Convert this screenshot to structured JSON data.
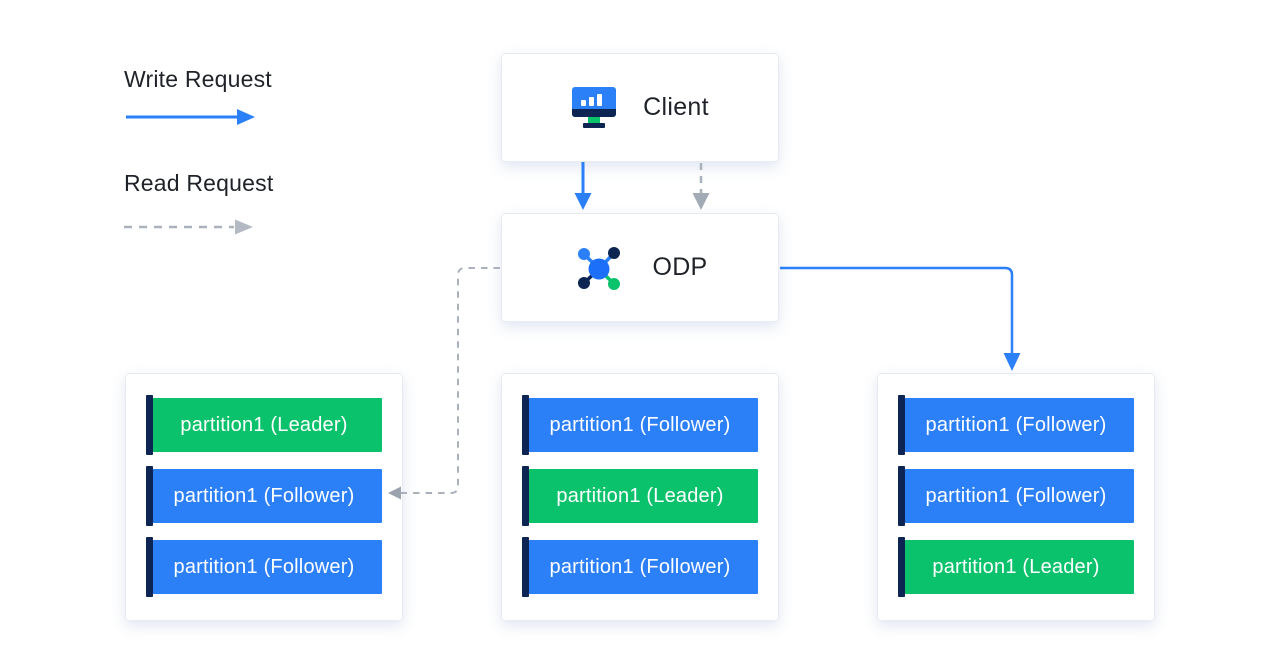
{
  "legend": {
    "write": {
      "label": "Write Request",
      "style": "solid-blue-arrow"
    },
    "read": {
      "label": "Read Request",
      "style": "dashed-gray-arrow"
    }
  },
  "nodes": {
    "client": {
      "label": "Client",
      "icon": "monitor-bar-chart-icon"
    },
    "odp": {
      "label": "ODP",
      "icon": "network-hub-icon"
    }
  },
  "groups": [
    {
      "name": "replica-group-left",
      "partitions": [
        {
          "label": "partition1 (Leader)",
          "role": "leader"
        },
        {
          "label": "partition1 (Follower)",
          "role": "follower"
        },
        {
          "label": "partition1 (Follower)",
          "role": "follower"
        }
      ]
    },
    {
      "name": "replica-group-middle",
      "partitions": [
        {
          "label": "partition1 (Follower)",
          "role": "follower"
        },
        {
          "label": "partition1 (Leader)",
          "role": "leader"
        },
        {
          "label": "partition1 (Follower)",
          "role": "follower"
        }
      ]
    },
    {
      "name": "replica-group-right",
      "partitions": [
        {
          "label": "partition1 (Follower)",
          "role": "follower"
        },
        {
          "label": "partition1 (Follower)",
          "role": "follower"
        },
        {
          "label": "partition1 (Leader)",
          "role": "leader"
        }
      ]
    }
  ],
  "edges": [
    {
      "from": "client",
      "to": "odp",
      "type": "write",
      "style": "solid-blue"
    },
    {
      "from": "client",
      "to": "odp",
      "type": "read",
      "style": "dashed-gray"
    },
    {
      "from": "odp",
      "to": "replica-group-right",
      "type": "write",
      "style": "solid-blue"
    },
    {
      "from": "odp",
      "to": "left-partition1-follower-2",
      "type": "read",
      "style": "dashed-gray"
    }
  ],
  "colors": {
    "blue": "#2b7ff7",
    "green": "#0bc26c",
    "navy": "#0d2553",
    "gray": "#a9b1bd",
    "text_dark": "#1f2329",
    "border": "#e8ebf1",
    "card_bg": "#ffffff"
  }
}
